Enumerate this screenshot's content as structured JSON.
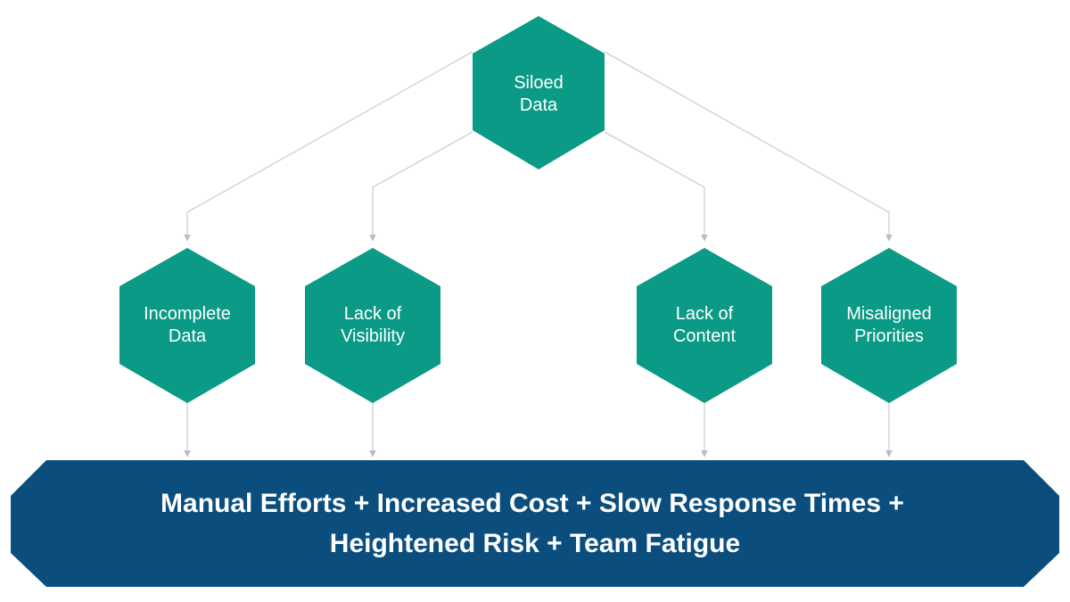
{
  "colors": {
    "hexagon_fill": "#0a9a85",
    "banner_fill": "#0b4e7e",
    "connector": "#cfcfcf",
    "text": "#ffffff",
    "background": "#ffffff"
  },
  "root_node": {
    "line1": "Siloed",
    "line2": "Data"
  },
  "cause_nodes": [
    {
      "line1": "Incomplete",
      "line2": "Data"
    },
    {
      "line1": "Lack of",
      "line2": "Visibility"
    },
    {
      "line1": "Lack of",
      "line2": "Content"
    },
    {
      "line1": "Misaligned",
      "line2": "Priorities"
    }
  ],
  "outcome_banner": {
    "line1": "Manual Efforts + Increased Cost + Slow Response Times +",
    "line2": "Heightened Risk + Team Fatigue"
  }
}
